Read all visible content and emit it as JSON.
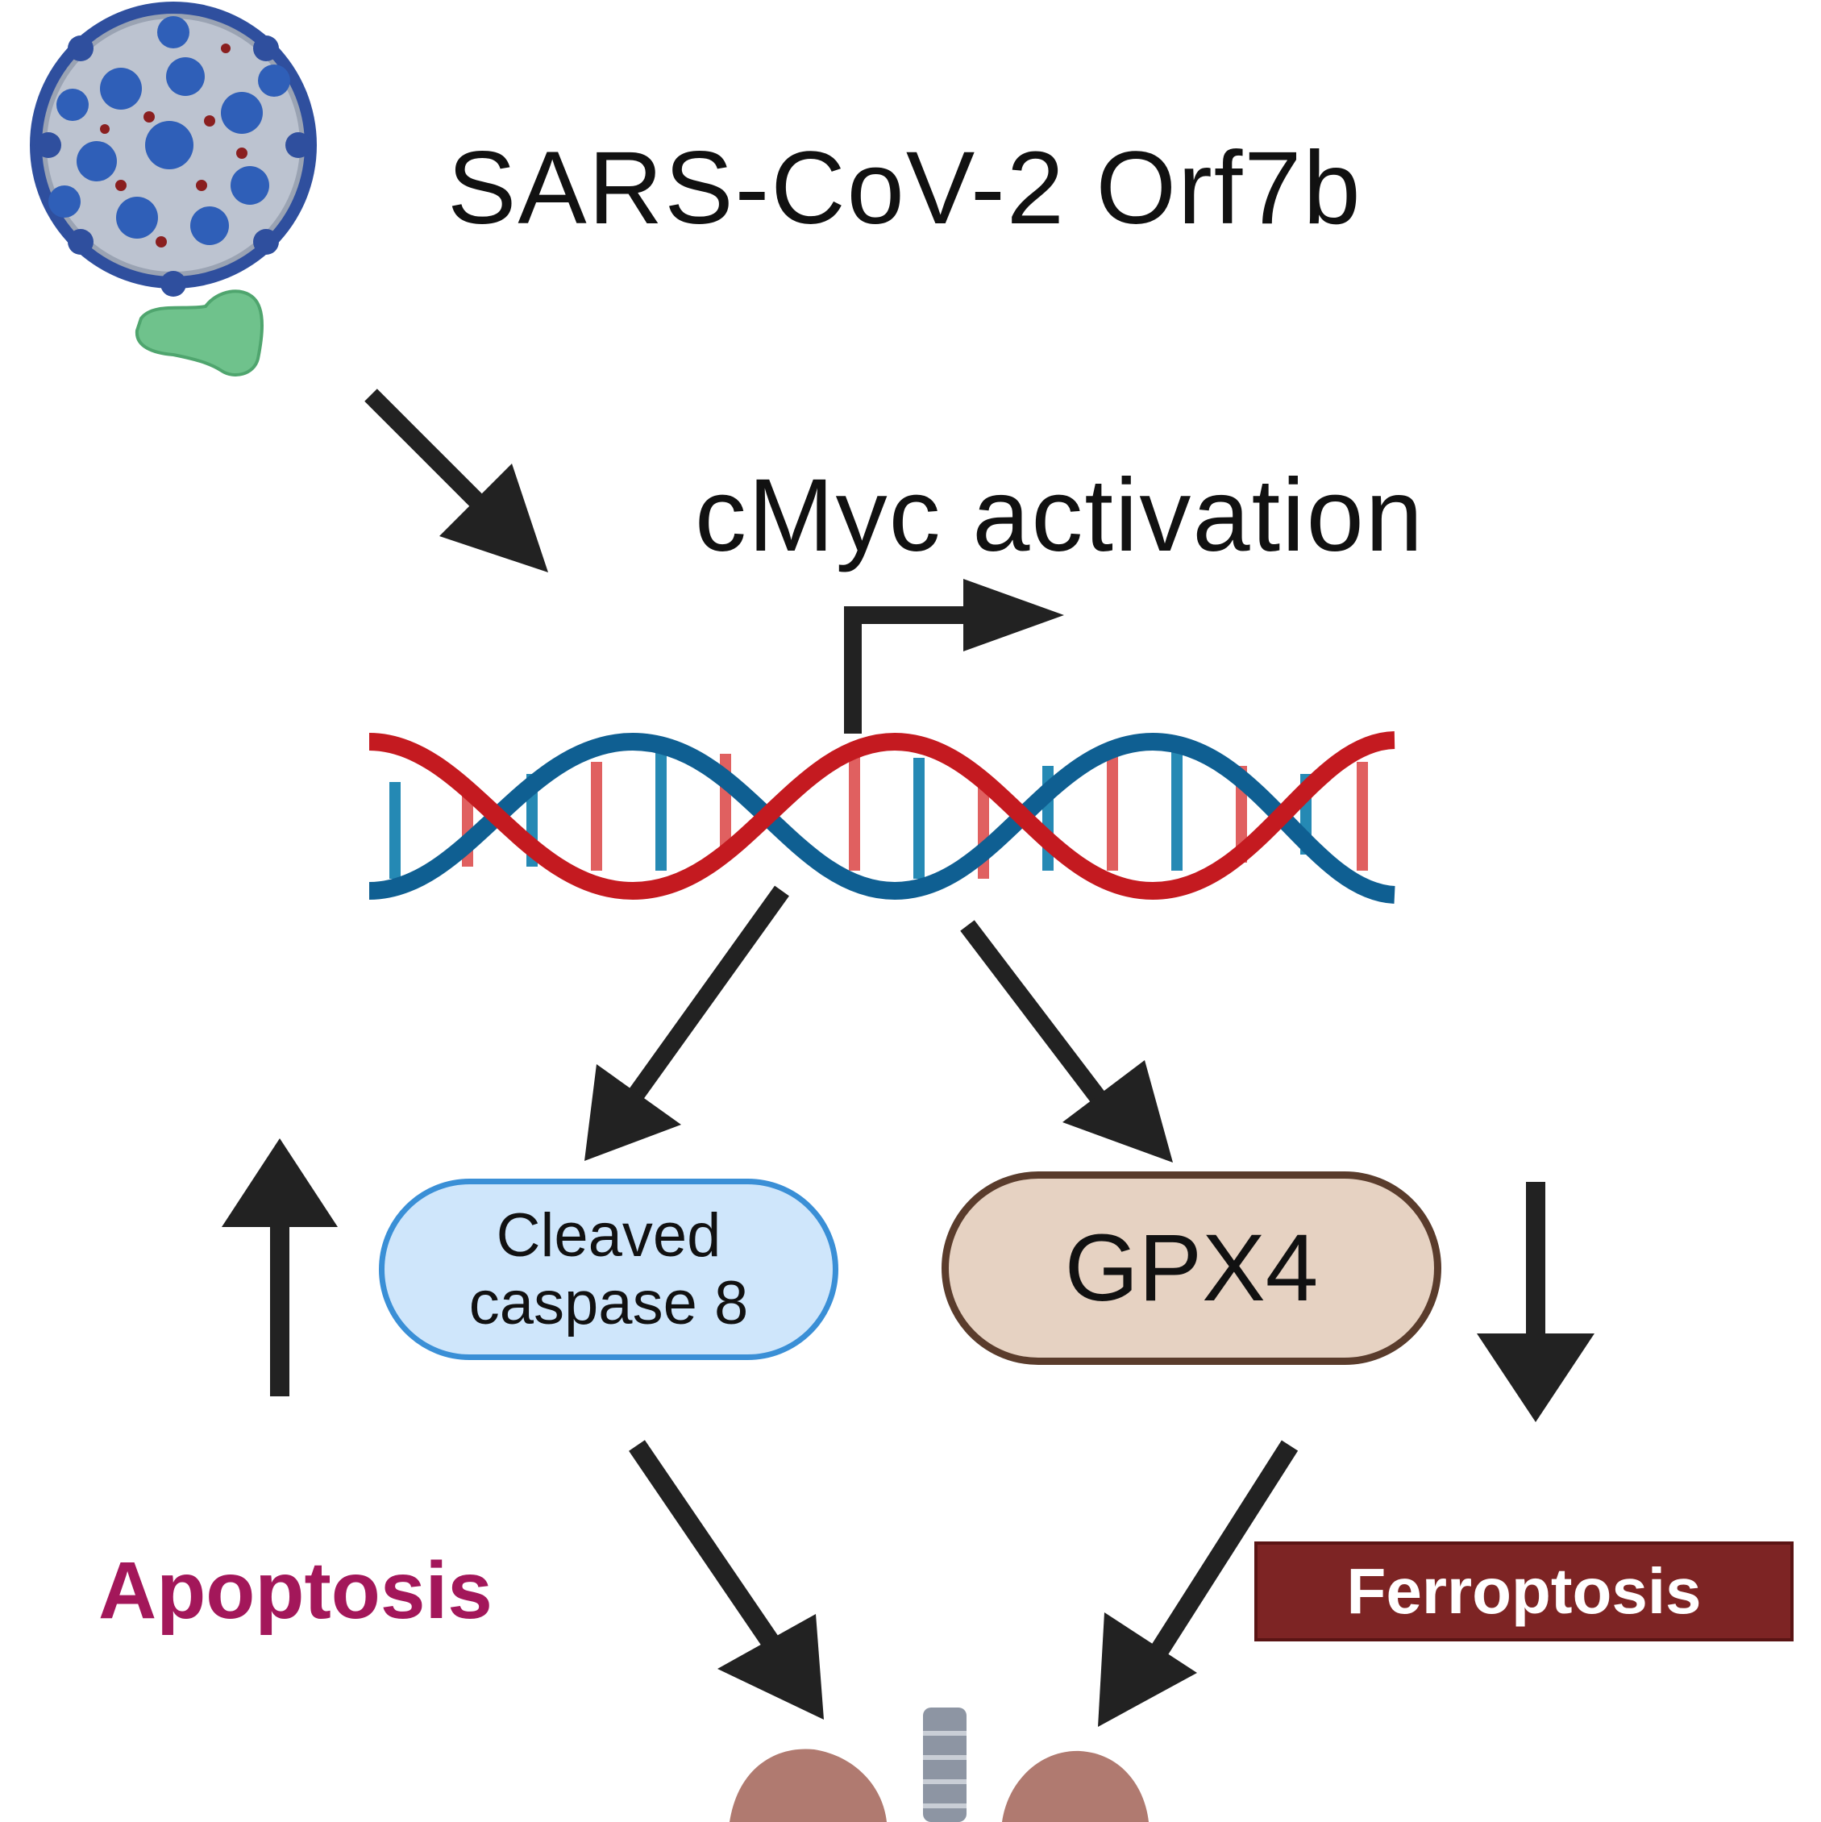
{
  "diagram": {
    "title": "SARS-CoV-2 Orf7b",
    "activation_label": "cMyc activation",
    "node_caspase": {
      "line1": "Cleaved",
      "line2": "caspase 8"
    },
    "node_gpx4": "GPX4",
    "outcome_apoptosis": "Apoptosis",
    "outcome_ferroptosis": "Ferroptosis"
  },
  "icons": [
    "virus-icon",
    "orf7b-protein-icon",
    "dna-helix-icon",
    "transcription-start-arrow-icon",
    "lungs-icon"
  ],
  "colors": {
    "arrow": "#222222",
    "dna_red": "#c41a20",
    "dna_blue": "#0f5f92",
    "caspase_fill": "#cfe6fb",
    "caspase_border": "#3a8fd6",
    "gpx4_fill": "#e6d2c2",
    "gpx4_border": "#5a3c2c",
    "apoptosis_text": "#a3175a",
    "ferroptosis_fill": "#7d2424",
    "virus_body": "#b8bfcc",
    "virus_spike": "#2f4f9e",
    "protein": "#6fc28c",
    "lung": "#b07a70"
  }
}
